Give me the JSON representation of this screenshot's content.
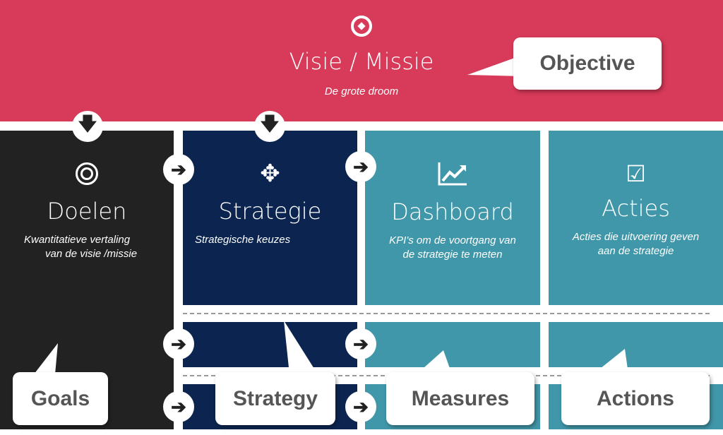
{
  "header": {
    "title": "Visie / Missie",
    "subtitle": "De grote droom",
    "icon": "compass-icon"
  },
  "columns": [
    {
      "title": "Doelen",
      "subtitle_lines": [
        "Kwantitatieve vertaling",
        "van de visie /missie"
      ],
      "icon": "target-icon",
      "color": "#222222"
    },
    {
      "title": "Strategie",
      "subtitle_lines": [
        "Strategische keuzes"
      ],
      "icon": "move-arrows-icon",
      "color": "#0c2550"
    },
    {
      "title": "Dashboard",
      "subtitle_lines": [
        "KPI's om de voortgang van",
        "de strategie te meten"
      ],
      "icon": "line-chart-icon",
      "color": "#4097a9"
    },
    {
      "title": "Acties",
      "subtitle_lines": [
        "Acties die uitvoering geven",
        "aan de strategie"
      ],
      "icon": "checkbox-icon",
      "color": "#4097a9"
    }
  ],
  "callouts": {
    "objective": "Objective",
    "goals": "Goals",
    "strategy": "Strategy",
    "measures": "Measures",
    "actions": "Actions"
  },
  "colors": {
    "header": "#d83a59"
  }
}
